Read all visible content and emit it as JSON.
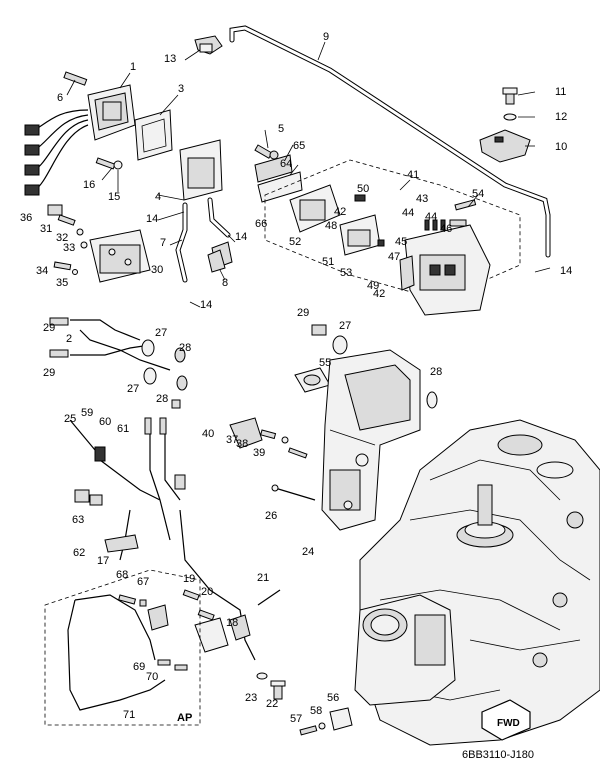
{
  "diagram": {
    "code": "6BB3110-J180",
    "variant_tag": "AP",
    "direction_label": "FWD",
    "callouts": [
      "1",
      "2",
      "3",
      "4",
      "5",
      "6",
      "7",
      "8",
      "9",
      "10",
      "11",
      "12",
      "13",
      "14",
      "14",
      "14",
      "14",
      "15",
      "16",
      "17",
      "18",
      "19",
      "20",
      "21",
      "22",
      "23",
      "24",
      "25",
      "26",
      "27",
      "27",
      "27",
      "28",
      "28",
      "28",
      "29",
      "29",
      "29",
      "30",
      "31",
      "32",
      "33",
      "34",
      "35",
      "36",
      "37",
      "38",
      "39",
      "40",
      "41",
      "42",
      "42",
      "43",
      "44",
      "44",
      "45",
      "46",
      "47",
      "48",
      "49",
      "50",
      "51",
      "52",
      "53",
      "54",
      "55",
      "56",
      "57",
      "58",
      "59",
      "60",
      "61",
      "62",
      "63",
      "64",
      "65",
      "66",
      "67",
      "68",
      "69",
      "70",
      "71"
    ]
  }
}
